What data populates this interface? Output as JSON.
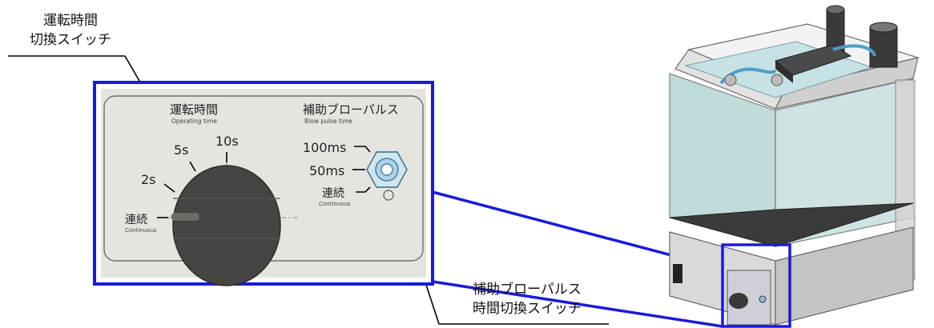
{
  "callouts": {
    "operating_switch": {
      "line1": "運転時間",
      "line2": "切換スイッチ"
    },
    "blow_switch": {
      "line1": "補助ブローパルス",
      "line2": "時間切換スイッチ"
    }
  },
  "panel": {
    "operating": {
      "title_jp": "運転時間",
      "title_en": "Operating time",
      "positions": [
        "連続",
        "2s",
        "5s",
        "10s"
      ],
      "continuous_en": "Continuous"
    },
    "blow": {
      "title_jp": "補助ブローパルス",
      "title_en": "Blow pulse time",
      "positions": [
        "100ms",
        "50ms",
        "連続"
      ],
      "continuous_en": "Continuous"
    }
  },
  "colors": {
    "highlight": "#1a1adc",
    "panel_face": "#e6e4df",
    "knob": "#474542",
    "glass": "#b9d8d6",
    "cabinet": "#d9d9d9"
  }
}
